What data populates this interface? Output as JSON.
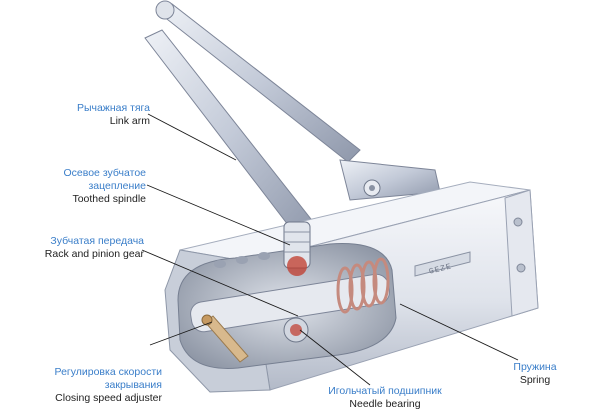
{
  "labels": {
    "link_arm": {
      "ru": "Рычажная тяга",
      "en": "Link arm"
    },
    "toothed_spindle": {
      "ru1": "Осевое зубчатое",
      "ru2": "зацепление",
      "en": "Toothed spindle"
    },
    "rack_pinion": {
      "ru": "Зубчатая передача",
      "en": "Rack and pinion gear"
    },
    "speed_adjuster": {
      "ru1": "Регулировка скорости",
      "ru2": "закрывания",
      "en": "Closing speed adjuster"
    },
    "needle_bearing": {
      "ru": "Игольчатый подшипник",
      "en": "Needle bearing"
    },
    "spring": {
      "ru": "Пружина",
      "en": "Spring"
    }
  },
  "brand_plate": "GEZE",
  "colors": {
    "label_ru": "#3a7ec9",
    "label_en": "#222222",
    "leader_line": "#1a1a1a",
    "metal": "#c9cfdc",
    "spring_accent": "#c0392b"
  },
  "icons": [
    "door-closer-illustration",
    "spring-coil",
    "gear",
    "adjuster-screw"
  ]
}
